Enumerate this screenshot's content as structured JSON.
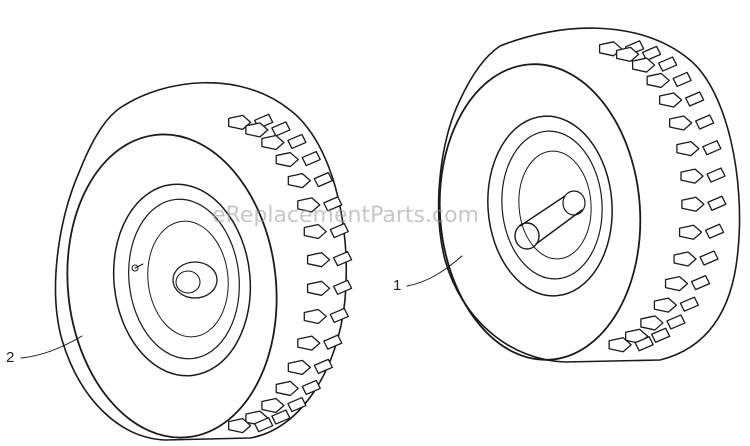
{
  "diagram": {
    "watermark": "eReplacementParts.com",
    "parts": [
      {
        "callout": "1",
        "name": "wheel with axle"
      },
      {
        "callout": "2",
        "name": "wheel"
      }
    ]
  },
  "colors": {
    "ink": "#1a1a1a",
    "paper": "#ffffff",
    "watermark": "#9a9a9a"
  }
}
